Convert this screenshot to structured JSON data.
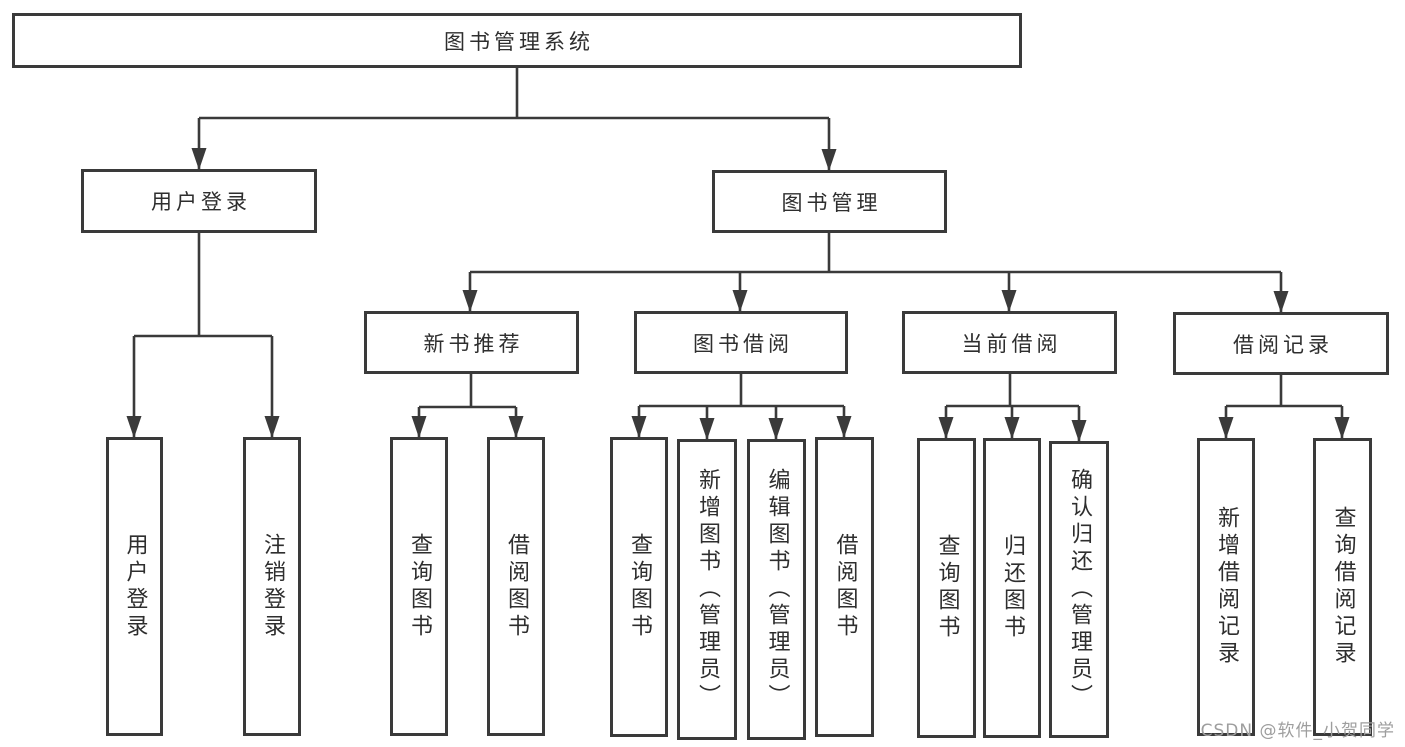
{
  "tree": {
    "label": "图书管理系统",
    "children": [
      {
        "label": "用户登录",
        "children": [
          {
            "label": "用户登录"
          },
          {
            "label": "注销登录"
          }
        ]
      },
      {
        "label": "图书管理",
        "children": [
          {
            "label": "新书推荐",
            "children": [
              {
                "label": "查询图书"
              },
              {
                "label": "借阅图书"
              }
            ]
          },
          {
            "label": "图书借阅",
            "children": [
              {
                "label": "查询图书"
              },
              {
                "label": "新增图书（管理员）"
              },
              {
                "label": "编辑图书（管理员）"
              },
              {
                "label": "借阅图书"
              }
            ]
          },
          {
            "label": "当前借阅",
            "children": [
              {
                "label": "查询图书"
              },
              {
                "label": "归还图书"
              },
              {
                "label": "确认归还（管理员）"
              }
            ]
          },
          {
            "label": "借阅记录",
            "children": [
              {
                "label": "新增借阅记录"
              },
              {
                "label": "查询借阅记录"
              }
            ]
          }
        ]
      }
    ]
  },
  "watermark": "CSDN @软件_小贺同学",
  "colors": {
    "line": "#3a3a3a",
    "text": "#2e2e2e",
    "background": "#ffffff",
    "watermark": "#9e9e9e"
  }
}
